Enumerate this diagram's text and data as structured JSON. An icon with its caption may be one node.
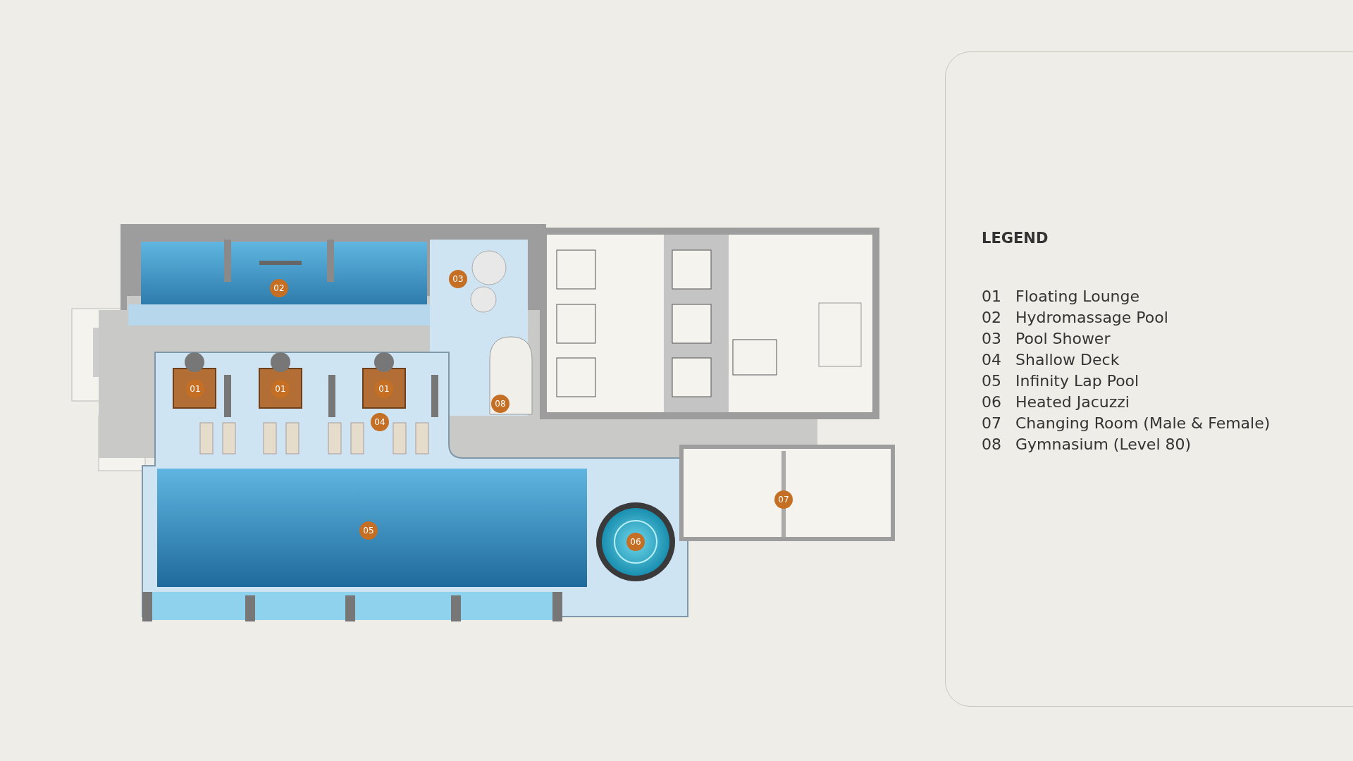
{
  "diagram": {
    "labels": [
      "02",
      "03",
      "01",
      "01",
      "01",
      "08",
      "04",
      "07",
      "05",
      "06",
      "LEGEND",
      "01",
      "Floating Lounge",
      "02",
      "Hydromassage Pool",
      "03",
      "Pool Shower",
      "04",
      "Shallow Deck",
      "05",
      "Infinity Lap Pool",
      "06",
      "Heated Jacuzzi",
      "07",
      "Changing Room (Male & Female)",
      "08",
      "Gymnasium (Level 80)"
    ]
  }
}
